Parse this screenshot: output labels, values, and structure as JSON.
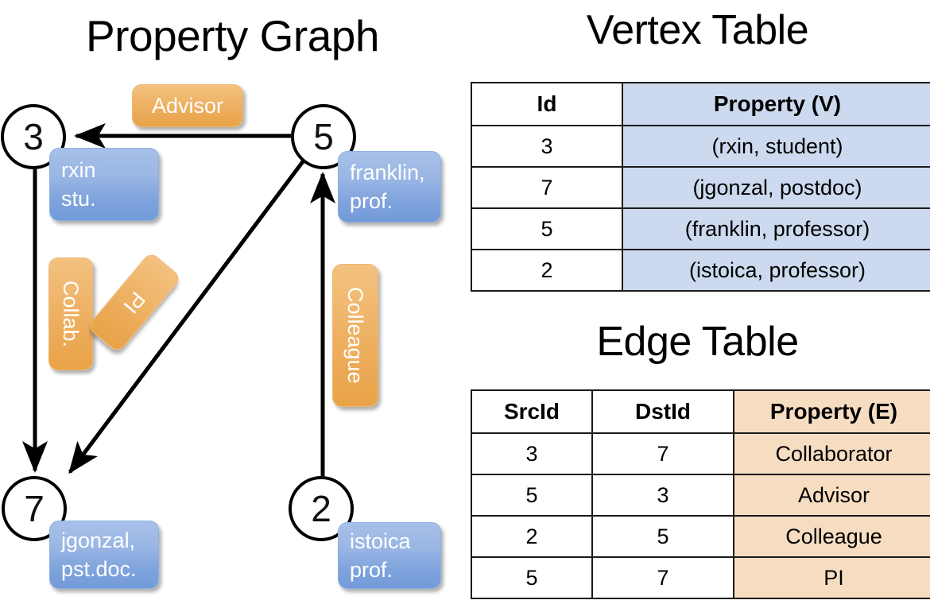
{
  "titles": {
    "property_graph": "Property Graph",
    "vertex_table": "Vertex Table",
    "edge_table": "Edge Table"
  },
  "graph": {
    "nodes": [
      {
        "id": "3",
        "label": "3",
        "property_lines": [
          "rxin",
          "stu."
        ]
      },
      {
        "id": "5",
        "label": "5",
        "property_lines": [
          "franklin,",
          "prof."
        ]
      },
      {
        "id": "7",
        "label": "7",
        "property_lines": [
          "jgonzal,",
          "pst.doc."
        ]
      },
      {
        "id": "2",
        "label": "2",
        "property_lines": [
          "istoica",
          "prof."
        ]
      }
    ],
    "edge_labels": {
      "advisor": "Advisor",
      "collab": "Collab.",
      "colleague": "Colleague",
      "pi": "PI"
    },
    "edges": [
      {
        "src": "5",
        "dst": "3",
        "label": "Advisor"
      },
      {
        "src": "3",
        "dst": "7",
        "label": "Collab."
      },
      {
        "src": "5",
        "dst": "7",
        "label": "PI"
      },
      {
        "src": "2",
        "dst": "5",
        "label": "Colleague"
      }
    ]
  },
  "vertex_table": {
    "headers": [
      "Id",
      "Property (V)"
    ],
    "rows": [
      {
        "id": "3",
        "property": "(rxin, student)"
      },
      {
        "id": "7",
        "property": "(jgonzal, postdoc)"
      },
      {
        "id": "5",
        "property": "(franklin, professor)"
      },
      {
        "id": "2",
        "property": "(istoica, professor)"
      }
    ]
  },
  "edge_table": {
    "headers": [
      "SrcId",
      "DstId",
      "Property (E)"
    ],
    "rows": [
      {
        "src": "3",
        "dst": "7",
        "property": "Collaborator"
      },
      {
        "src": "5",
        "dst": "3",
        "property": "Advisor"
      },
      {
        "src": "2",
        "dst": "5",
        "property": "Colleague"
      },
      {
        "src": "5",
        "dst": "7",
        "property": "PI"
      }
    ]
  },
  "colors": {
    "vertex_box": "#8fb0e2",
    "edge_box": "#eda94f",
    "vertex_table_highlight": "#ccd9ee",
    "edge_table_highlight": "#f6ddc2",
    "stroke": "#000000",
    "background": "#ffffff"
  }
}
